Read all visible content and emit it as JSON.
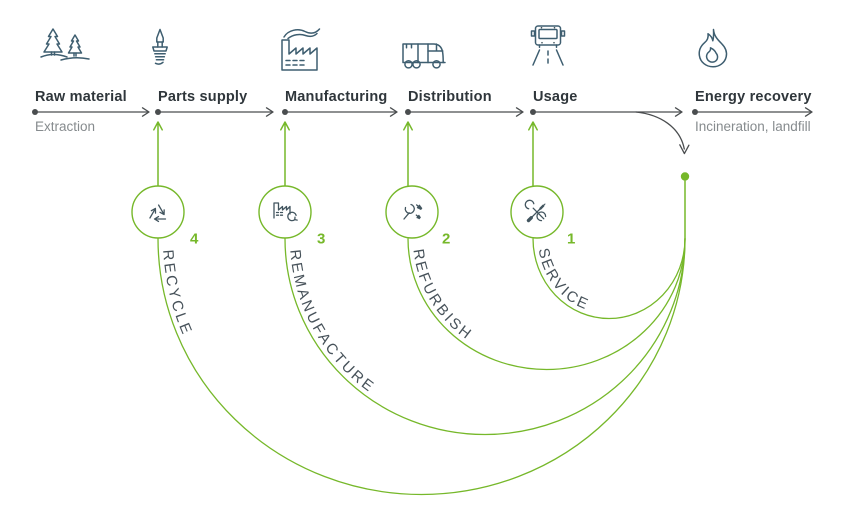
{
  "diagram": {
    "stages": [
      {
        "label": "Raw material",
        "sublabel": "Extraction",
        "icon": "trees-icon"
      },
      {
        "label": "Parts supply",
        "icon": "drill-bit-icon"
      },
      {
        "label": "Manufacturing",
        "icon": "factory-icon"
      },
      {
        "label": "Distribution",
        "icon": "truck-icon"
      },
      {
        "label": "Usage",
        "icon": "bus-on-road-icon"
      },
      {
        "label": "Energy recovery",
        "sublabel": "Incineration, landfill",
        "icon": "flame-icon"
      }
    ],
    "loops": [
      {
        "number": "1",
        "label": "SERVICE",
        "icon": "crossed-tools-icon",
        "returns_to": "Usage"
      },
      {
        "number": "2",
        "label": "REFURBISH",
        "icon": "wrench-screws-icon",
        "returns_to": "Distribution"
      },
      {
        "number": "3",
        "label": "REMANUFACTURE",
        "icon": "factory-refresh-icon",
        "returns_to": "Manufacturing"
      },
      {
        "number": "4",
        "label": "RECYCLE",
        "icon": "recycle-arrows-icon",
        "returns_to": "Parts supply"
      }
    ],
    "colors": {
      "accent_green": "#76b82a",
      "icon_slate": "#3e5e70",
      "detail_slate": "#42555f",
      "text_dark": "#2f363b",
      "text_gray": "#868b8e",
      "line_dark": "#4a4d4f"
    }
  }
}
